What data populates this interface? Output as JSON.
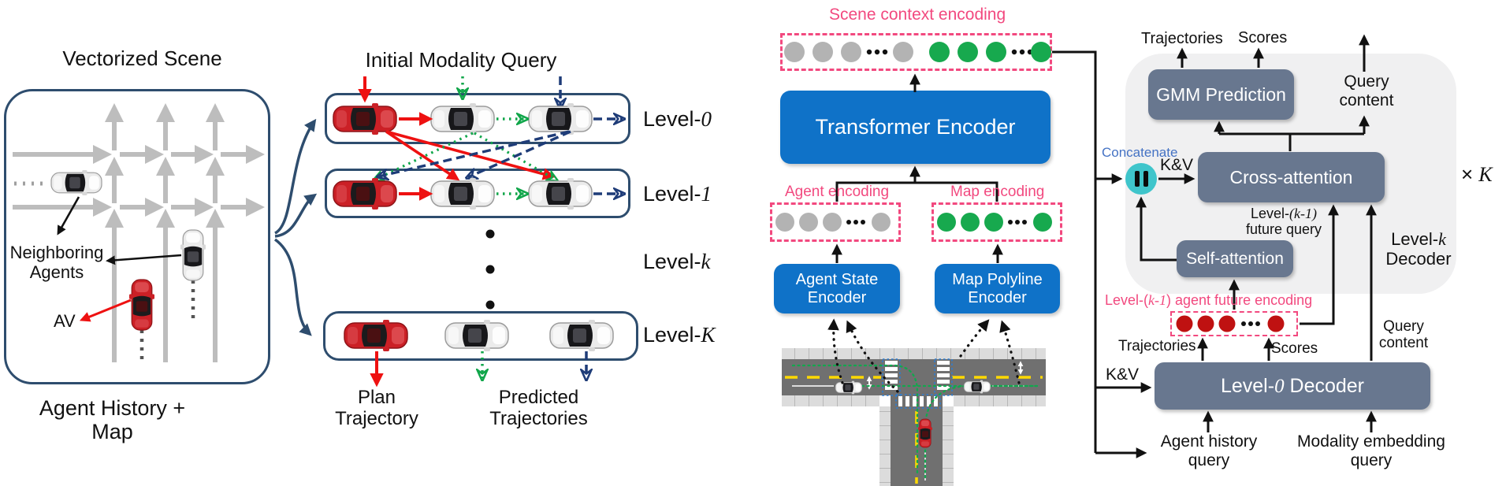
{
  "left_scene": {
    "title": "Vectorized Scene",
    "neighboring_agents_label": "Neighboring Agents",
    "av_label": "AV",
    "caption": "Agent History + Map"
  },
  "modality_query": {
    "title": "Initial Modality Query",
    "levels": [
      {
        "prefix": "Level-",
        "suffix": "0"
      },
      {
        "prefix": "Level-",
        "suffix": "1"
      },
      {
        "prefix": "Level-",
        "suffix": "k"
      },
      {
        "prefix": "Level-",
        "suffix": "K"
      }
    ],
    "plan_label": "Plan Trajectory",
    "predicted_label": "Predicted Trajectories"
  },
  "encoder": {
    "scene_context_label": "Scene context encoding",
    "transformer_label": "Transformer Encoder",
    "agent_encoding_label": "Agent encoding",
    "map_encoding_label": "Map encoding",
    "agent_state_encoder_label": "Agent State Encoder",
    "map_polyline_encoder_label": "Map Polyline Encoder",
    "tokens": {
      "scene_context_gray": 4,
      "scene_context_green": 4,
      "agent_gray": 4,
      "map_green": 4
    }
  },
  "decoder": {
    "trajectories_top_label": "Trajectories",
    "scores_top_label": "Scores",
    "gmm_label": "GMM Prediction",
    "query_content_top_label": "Query content",
    "concatenate_label": "Concatenate",
    "kv_top_label": "K&V",
    "cross_attention_label": "Cross-attention",
    "repeat_times": "×",
    "repeat_var": "K",
    "future_query": {
      "prefix": "Level-",
      "var": "(k-1)",
      "line2": "future query"
    },
    "level_k_decoder": {
      "prefix": "Level-",
      "var": "k",
      "line2": "Decoder"
    },
    "self_attention_label": "Self-attention",
    "agent_future_encoding": {
      "prefix": "Level-(",
      "var": "k-1",
      "suffix": ") agent future encoding"
    },
    "trajectories_bottom_label": "Trajectories",
    "scores_bottom_label": "Scores",
    "query_content_bottom_label": "Query content",
    "level0_decoder": {
      "prefix": "Level-",
      "var": "0",
      "suffix": " Decoder"
    },
    "kv_bottom_label": "K&V",
    "agent_history_query_label": "Agent history query",
    "modality_embedding_query_label": "Modality embedding query",
    "tokens": {
      "agent_future_red": 4
    }
  },
  "colors": {
    "encoder_blue": "#0f72c8",
    "decoder_slate": "#68778f",
    "pink_accent": "#f2497f",
    "green_token": "#17a94e",
    "gray_token": "#b3b3b3",
    "red_token": "#bf1111",
    "teal_concatenate": "#3fc5cb",
    "navy_outline": "#2e4d6e",
    "red_arrow": "#ee1111",
    "green_arrow": "#10a64a",
    "navy_arrow": "#1e3c78",
    "concatenate_text": "#4472c4",
    "decoder_container_bg": "#f0f0f1"
  }
}
